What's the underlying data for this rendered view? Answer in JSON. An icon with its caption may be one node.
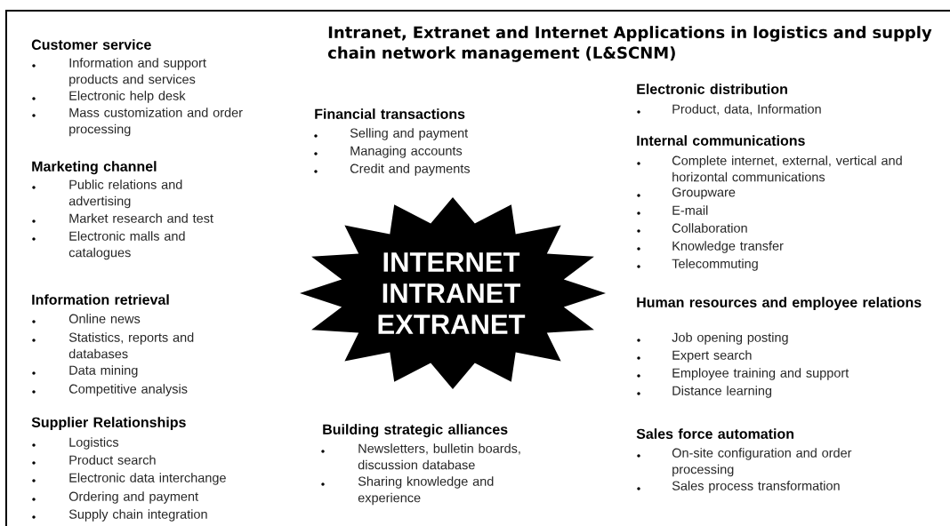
{
  "diagram": {
    "title": "Intranet, Extranet and Internet Applications in logistics and supply chain network management (L&SCNM)",
    "nodes": [
      {
        "text": [
          "INTERNET",
          "INTRANET",
          "EXTRANET"
        ]
      }
    ],
    "labels": [
      "Customer service",
      "Information and support products and services",
      "Electronic help desk",
      "Mass customization and order processing",
      "Marketing channel",
      "Public relations and advertising",
      "Market research and test",
      "Electronic malls and catalogues",
      "Information retrieval",
      "Online news",
      "Statistics, reports and databases",
      "Data mining",
      "Competitive analysis",
      "Supplier Relationships",
      "Logistics",
      "Product search",
      "Electronic data interchange",
      "Ordering and payment",
      "Supply chain integration",
      "Financial transactions",
      "Selling and payment",
      "Managing accounts",
      "Credit and payments",
      "Building strategic alliances",
      "Newsletters, bulletin boards, discussion database",
      "Sharing knowledge and experience",
      "Electronic distribution",
      "Product, data, Information",
      "Internal communications",
      "Complete internet, external, vertical and horizontal communications",
      "Groupware",
      "E-mail",
      "Collaboration",
      "Knowledge transfer",
      "Telecommuting",
      "Human resources and employee relations",
      "Job opening posting",
      "Expert search",
      "Employee training and support",
      "Distance learning",
      "Sales force automation",
      "On-site configuration and order processing",
      "Sales process transformation"
    ]
  }
}
